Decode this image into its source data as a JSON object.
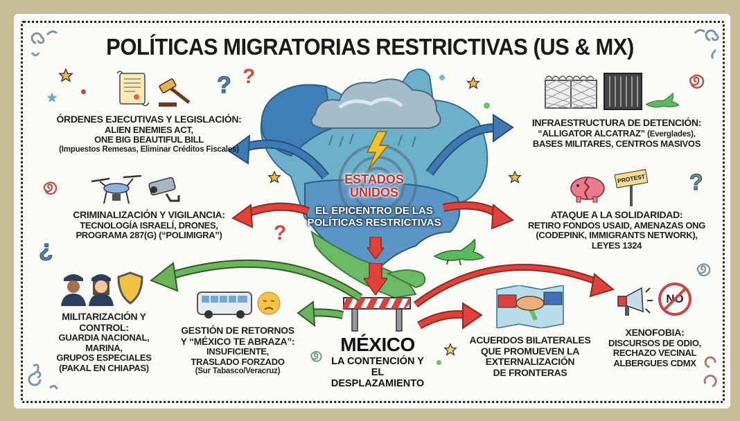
{
  "title": "POLÍTICAS MIGRATORIAS RESTRICTIVAS (US & MX)",
  "center": {
    "us": {
      "title_line1": "ESTADOS",
      "title_line2": "UNIDOS",
      "sub_line1": "EL EPICENTRO DE LAS",
      "sub_line2": "POLÍTICAS RESTRICTIVAS"
    },
    "mx": {
      "title": "MÉXICO",
      "sub_line1": "LA CONTENCIÓN Y",
      "sub_line2": "EL DESPLAZAMIENTO"
    }
  },
  "blocks": {
    "ordenes": {
      "heading": "ÓRDENES EJECUTIVAS Y LEGISLACIÓN:",
      "line1": "ALIEN ENEMIES ACT,",
      "line2": "ONE BIG BEAUTIFUL BILL",
      "line3": "(Impuestos Remesas, Eliminar Créditos Fiscales)",
      "icons": [
        "scroll-icon",
        "gavel-icon"
      ]
    },
    "infraestructura": {
      "heading": "INFRAESTRUCTURA DE DETENCIÓN:",
      "line1_bold": "“ALLIGATOR ALCATRAZ”",
      "line1_small": "(Everglades),",
      "line2": "BASES MILITARES, CENTROS MASIVOS",
      "icons": [
        "fence-icon",
        "jail-cell-icon",
        "alligator-icon"
      ]
    },
    "criminalizacion": {
      "heading": "CRIMINALIZACIÓN Y VIGILANCIA:",
      "line1": "TECNOLOGÍA ISRAELÍ, DRONES,",
      "line2": "PROGRAMA 287(G) (“POLIMIGRA”)",
      "icons": [
        "drone-icon",
        "security-camera-icon"
      ]
    },
    "ataque": {
      "heading": "ATAQUE A LA SOLIDARIDAD:",
      "line1": "RETIRO FONDOS USAID, AMENAZAS ONG",
      "line2": "(CODEPINK, IMMIGRANTS NETWORK),",
      "line3": "LEYES 1324",
      "protest_sign": "PROTEST",
      "icons": [
        "broken-piggy-bank-icon",
        "protest-sign-icon"
      ]
    },
    "militarizacion": {
      "heading1": "MILITARIZACIÓN Y",
      "heading2": "CONTROL:",
      "line1": "GUARDIA NACIONAL,",
      "line2": "MARINA,",
      "line3": "GRUPOS ESPECIALES",
      "line4": "(PAKAL EN CHIAPAS)",
      "icons": [
        "police-officer-icon",
        "police-officer-female-icon",
        "shield-icon"
      ]
    },
    "gestion": {
      "heading1": "GESTIÓN DE RETORNOS",
      "heading2": "Y “MÉXICO TE ABRAZA”:",
      "line1": "INSUFICIENTE,",
      "line2": "TRASLADO FORZADO",
      "line3": "(Sur Tabasco/Veracruz)",
      "icons": [
        "bus-icon",
        "sad-face-icon"
      ]
    },
    "acuerdos": {
      "line1": "ACUERDOS BILATERALES",
      "line2": "QUE PROMUEVEN LA",
      "line3": "EXTERNALIZACIÓN",
      "line4": "DE FRONTERAS",
      "icons": [
        "map-handshake-icon"
      ]
    },
    "xenofobia": {
      "heading": "XENOFOBIA:",
      "line1": "DISCURSOS DE ODIO,",
      "line2": "RECHAZO VECINAL",
      "line3": "ALBERGUES CDMX",
      "no_sign": "NO",
      "icons": [
        "megaphone-icon",
        "no-sign-icon"
      ]
    }
  },
  "colors": {
    "frame": "#c7bd99",
    "card": "#fbfbf8",
    "arrow_blue": "#3f79b5",
    "arrow_red": "#e0413a",
    "arrow_green": "#6cb35c",
    "us_map": "#5d9bc6",
    "mx_map": "#6db866",
    "title_text": "#1a1a1a",
    "us_label": "#c8322e"
  },
  "decorations": {
    "question_marks": [
      "?",
      "?",
      "?",
      "?",
      "¿",
      "?"
    ]
  }
}
